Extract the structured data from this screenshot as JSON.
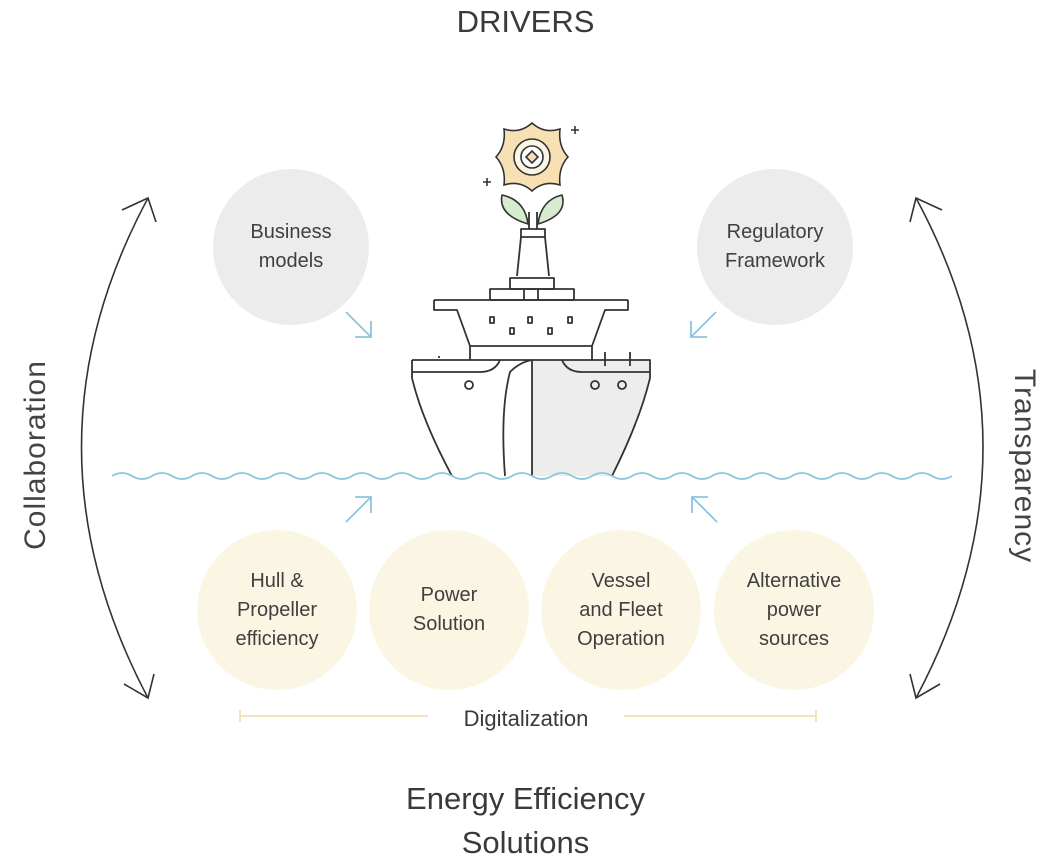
{
  "title_top": "DRIVERS",
  "title_bottom_line1": "Energy Efficiency",
  "title_bottom_line2": "Solutions",
  "drivers": [
    {
      "label": "Business\nmodels"
    },
    {
      "label": "Regulatory\nFramework"
    }
  ],
  "solutions": [
    {
      "label": "Hull &\nPropeller\nefficiency"
    },
    {
      "label": "Power\nSolution"
    },
    {
      "label": "Vessel\nand Fleet\nOperation"
    },
    {
      "label": "Alternative\npower\nsources"
    }
  ],
  "left_label": "Collaboration",
  "right_label": "Transparency",
  "bottom_bar_label": "Digitalization",
  "colors": {
    "driver_circle": "#ececec",
    "solution_circle": "#fbf6e3",
    "water_and_arrows": "#8cc4de",
    "digital_line": "#f0dca2",
    "flower": "#f8e0b5",
    "leaf": "#d7ebcf"
  }
}
